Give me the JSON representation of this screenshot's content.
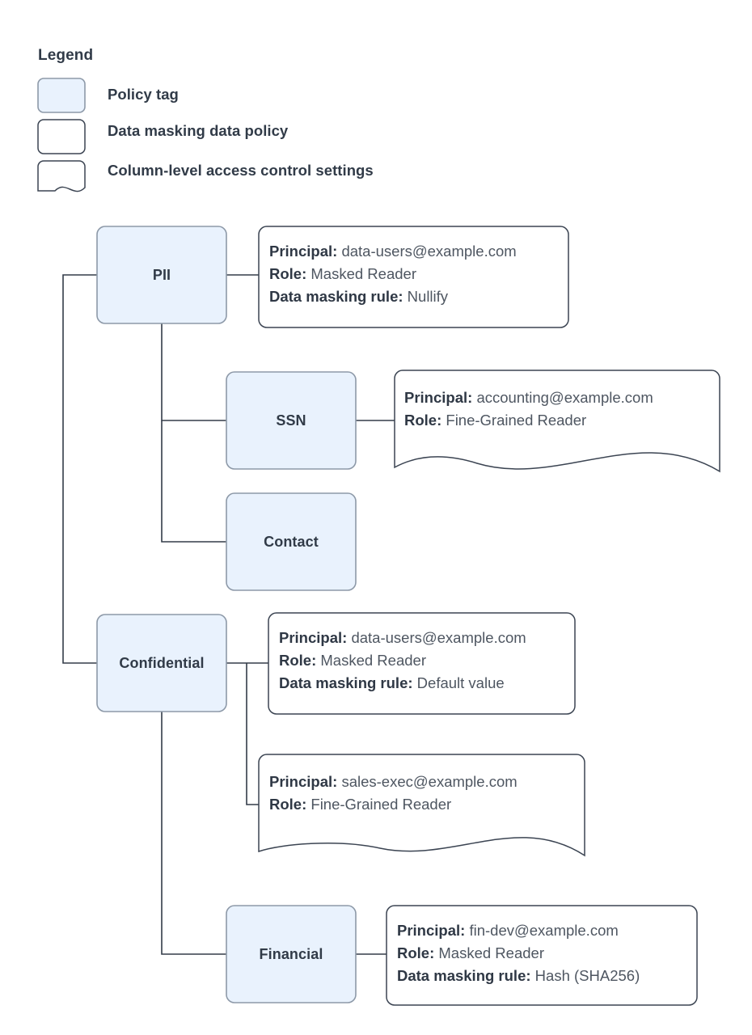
{
  "legend": {
    "title": "Legend",
    "items": [
      {
        "label": "Policy tag",
        "swatch": "rounded-rect-filled"
      },
      {
        "label": "Data masking data policy",
        "swatch": "rounded-rect-outline"
      },
      {
        "label": "Column-level access control settings",
        "swatch": "document-wavy-bottom"
      }
    ]
  },
  "labels": {
    "principal": "Principal:",
    "role": "Role:",
    "masking_rule": "Data masking rule:"
  },
  "tags": {
    "pii": "PII",
    "ssn": "SSN",
    "contact": "Contact",
    "confidential": "Confidential",
    "financial": "Financial"
  },
  "details": {
    "pii_masking": {
      "principal": "data-users@example.com",
      "role": "Masked Reader",
      "masking_rule": "Nullify"
    },
    "ssn_access": {
      "principal": "accounting@example.com",
      "role": "Fine-Grained Reader"
    },
    "confidential_masking": {
      "principal": "data-users@example.com",
      "role": "Masked Reader",
      "masking_rule": "Default value"
    },
    "confidential_access": {
      "principal": "sales-exec@example.com",
      "role": "Fine-Grained Reader"
    },
    "financial_masking": {
      "principal": "fin-dev@example.com",
      "role": "Masked Reader",
      "masking_rule": "Hash (SHA256)"
    }
  },
  "colors": {
    "tag_fill": "#e9f2fd",
    "tag_stroke": "#8d99a8",
    "box_stroke": "#3b4452",
    "connector": "#333c49",
    "text": "#313b48",
    "value_text": "#4e5661",
    "background": "#ffffff"
  }
}
